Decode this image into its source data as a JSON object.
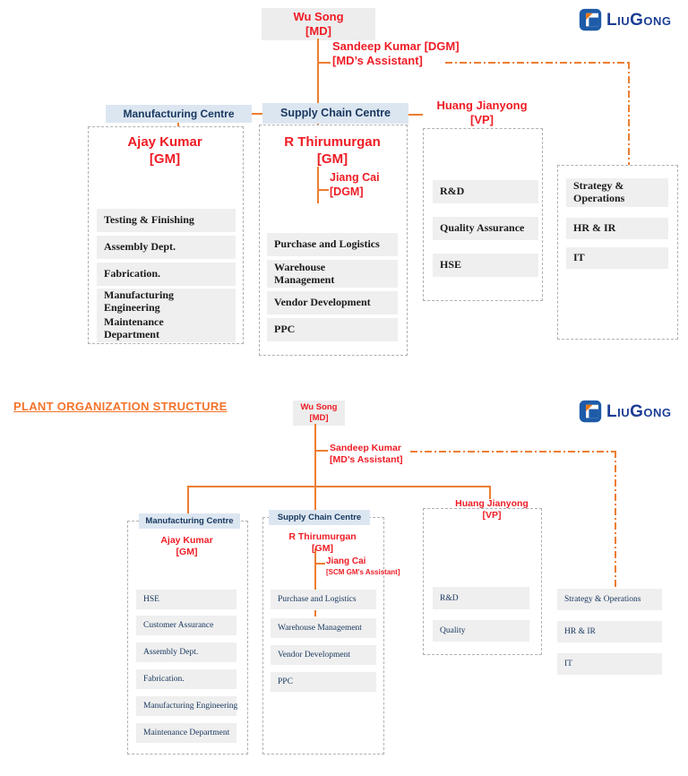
{
  "colors": {
    "accent_orange": "#ED7D31",
    "title_orange": "#F4732A",
    "red_text": "#EE1C25",
    "navy_text": "#17375E",
    "header_bg": "#DCE6F1",
    "item_bg": "#EFEFEF",
    "logo_blue": "#1E5BA8",
    "wordmark_blue": "#1C3E94"
  },
  "logo": {
    "wordmark": "LiuGong"
  },
  "top_chart": {
    "root_name": "Wu Song",
    "root_title": "[MD]",
    "assistant_name": "Sandeep Kumar [DGM]",
    "assistant_title": "[MD’s Assistant]",
    "header_manufacturing": "Manufacturing Centre",
    "header_supply": "Supply Chain Centre",
    "vp_name": "Huang Jianyong",
    "vp_title": "[VP]",
    "manufacturing_gm_name": "Ajay Kumar",
    "manufacturing_gm_title": "[GM]",
    "supply_gm_name": "R Thirumurgan",
    "supply_gm_title": "[GM]",
    "supply_assistant_name": "Jiang Cai",
    "supply_assistant_title": "[DGM]",
    "manufacturing_items": [
      "Testing & Finishing",
      "Assembly Dept.",
      "Fabrication.",
      "Manufacturing Engineering",
      "Maintenance Department"
    ],
    "supply_items": [
      "Purchase and Logistics",
      "Warehouse Management",
      "Vendor Development",
      "PPC"
    ],
    "vp_items": [
      "R&D",
      "Quality Assurance",
      "HSE"
    ],
    "staff_items": [
      "Strategy & Operations",
      "HR & IR",
      "IT"
    ]
  },
  "bottom_chart": {
    "title": "PLANT ORGANIZATION STRUCTURE",
    "root_name": "Wu Song",
    "root_title": "[MD]",
    "assistant_name": "Sandeep Kumar",
    "assistant_title": "[MD’s Assistant]",
    "header_manufacturing": "Manufacturing Centre",
    "header_supply": "Supply Chain Centre",
    "vp_name": "Huang Jianyong",
    "vp_title": "[VP]",
    "manufacturing_gm_name": "Ajay Kumar",
    "manufacturing_gm_title": "[GM]",
    "supply_gm_name": "R Thirumurgan",
    "supply_gm_title": "[GM]",
    "supply_assistant_name": "Jiang Cai",
    "supply_assistant_title": "[SCM GM's Assistant]",
    "manufacturing_items": [
      "HSE",
      "Customer Assurance",
      "Assembly Dept.",
      "Fabrication.",
      "Manufacturing Engineering",
      "Maintenance Department"
    ],
    "supply_items": [
      "Purchase and Logistics",
      "Warehouse Management",
      "Vendor Development",
      "PPC"
    ],
    "vp_items": [
      "R&D",
      "Quality"
    ],
    "staff_items": [
      "Strategy & Operations",
      "HR & IR",
      "IT"
    ]
  }
}
